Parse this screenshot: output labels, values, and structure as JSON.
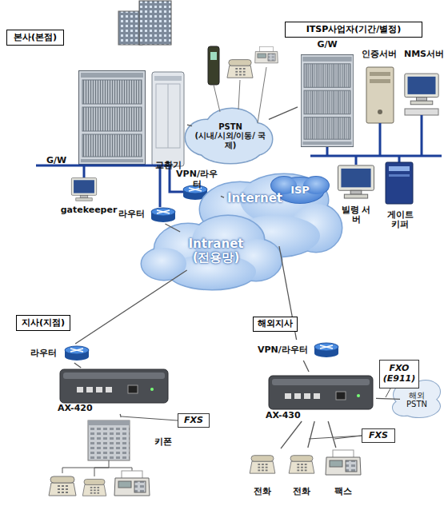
{
  "diagram": {
    "nodes": [
      {
        "text": [
          "본사(본점)"
        ]
      },
      {
        "text": [
          "ITSP사업자(기간/별정)"
        ]
      },
      {
        "text": [
          "G/W"
        ]
      },
      {
        "text": [
          "교환기"
        ]
      },
      {
        "text": [
          "PSTN",
          "(시내/시외/이동/ 국제)"
        ]
      },
      {
        "text": [
          "G/W"
        ]
      },
      {
        "text": [
          "인증서버"
        ]
      },
      {
        "text": [
          "NMS서버"
        ]
      },
      {
        "text": [
          "gatekeeper"
        ]
      },
      {
        "text": [
          "VPN/라우터"
        ]
      },
      {
        "text": [
          "라우터"
        ]
      },
      {
        "text": [
          "Internet"
        ]
      },
      {
        "text": [
          "ISP"
        ]
      },
      {
        "text": [
          "빌령 서버"
        ]
      },
      {
        "text": [
          "게이트 키퍼"
        ]
      },
      {
        "text": [
          "Intranet",
          "(전용망)"
        ]
      },
      {
        "text": [
          "지사(지점)"
        ]
      },
      {
        "text": [
          "해외지사"
        ]
      },
      {
        "text": [
          "라우터"
        ]
      },
      {
        "text": [
          "VPN/라우터"
        ]
      },
      {
        "text": [
          "AX-420"
        ]
      },
      {
        "text": [
          "AX-430"
        ]
      },
      {
        "text": [
          "FXS"
        ]
      },
      {
        "text": [
          "키폰"
        ]
      },
      {
        "text": [
          "해외 PSTN"
        ]
      },
      {
        "text": [
          "FXO (E911)"
        ]
      },
      {
        "text": [
          "FXS"
        ]
      },
      {
        "text": [
          "전화"
        ]
      },
      {
        "text": [
          "전화"
        ]
      },
      {
        "text": [
          "팩스"
        ]
      }
    ],
    "edges": [
      {
        "from": 3,
        "to": 4,
        "arrow": "none"
      },
      {
        "from": 4,
        "to": 5,
        "arrow": "none"
      },
      {
        "from": 9,
        "to": 11,
        "arrow": "none"
      },
      {
        "from": 10,
        "to": 15,
        "arrow": "none"
      },
      {
        "from": 15,
        "to": 18,
        "arrow": "none"
      },
      {
        "from": 11,
        "to": 19,
        "arrow": "none"
      },
      {
        "from": 18,
        "to": 20,
        "arrow": "none"
      },
      {
        "from": 19,
        "to": 21,
        "arrow": "none"
      },
      {
        "from": 20,
        "to": 23,
        "arrow": "none"
      },
      {
        "from": 21,
        "to": 24,
        "arrow": "none"
      },
      {
        "from": 21,
        "to": 27,
        "arrow": "none"
      },
      {
        "from": 21,
        "to": 28,
        "arrow": "none"
      },
      {
        "from": 21,
        "to": 29,
        "arrow": "none"
      }
    ]
  }
}
